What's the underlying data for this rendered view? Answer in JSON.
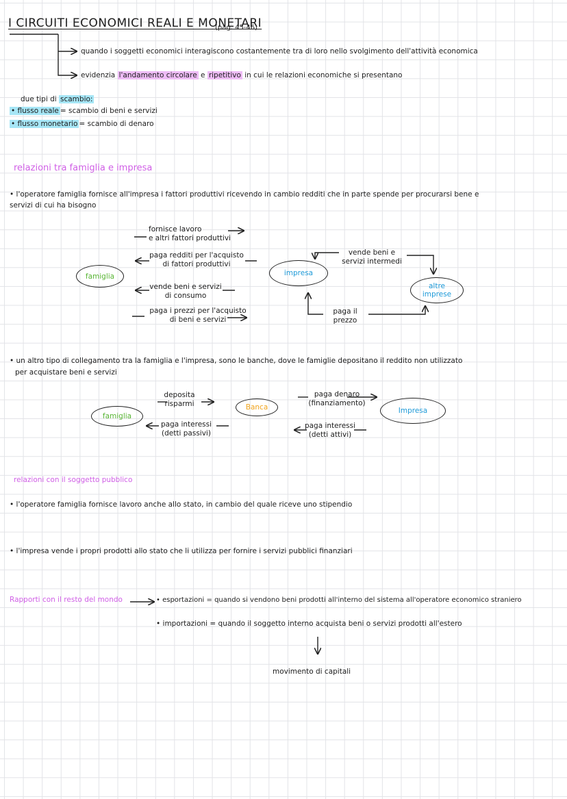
{
  "title": {
    "main": "I CIRCUITI ECONOMICI REALI E MONETARI",
    "page_ref": "(pag. 45-46)"
  },
  "intro": {
    "line1": "quando i soggetti economici interagiscono costantemente tra di loro nello svolgimento dell'attività economica",
    "line2_pre": "evidenzia",
    "line2_hl1": "l'andamento circolare",
    "line2_mid": "e",
    "line2_hl2": "ripetitivo",
    "line2_post": "in cui le relazioni economiche si presentano"
  },
  "scambio": {
    "intro_pre": "due tipi di",
    "intro_hl": "scambio:",
    "item1_hl": "• flusso reale",
    "item1_rest": "= scambio di beni e servizi",
    "item2_hl": "• flusso monetario",
    "item2_rest": "= scambio di denaro"
  },
  "section_famiglia_impresa": {
    "heading": "relazioni tra famiglia e impresa",
    "para_line1": "• l'operatore famiglia fornisce all'impresa i fattori produttivi ricevendo in cambio redditi che in parte spende per procurarsi bene e",
    "para_line2": "servizi di cui ha bisogno",
    "diagram": {
      "node_famiglia": "famiglia",
      "node_impresa": "impresa",
      "node_altre_1": "altre",
      "node_altre_2": "imprese",
      "flow1_l1": "fornisce lavoro",
      "flow1_l2": "e altri fattori produttivi",
      "flow2_l1": "paga redditi per l'acquisto",
      "flow2_l2": "di fattori produttivi",
      "flow3_l1": "vende beni e servizi",
      "flow3_l2": "di consumo",
      "flow4_l1": "paga i prezzi per l'acquisto",
      "flow4_l2": "di beni e servizi",
      "side1_l1": "vende beni e",
      "side1_l2": "servizi intermedi",
      "side2_l1": "paga il",
      "side2_l2": "prezzo"
    }
  },
  "section_banche": {
    "para_line1": "• un altro tipo di collegamento tra la famiglia e l'impresa, sono le banche, dove le famiglie depositano il reddito non utilizzato",
    "para_line2": "per acquistare beni e servizi",
    "diagram": {
      "node_famiglia": "famiglia",
      "node_banca": "Banca",
      "node_impresa": "Impresa",
      "flow1_l1": "deposita",
      "flow1_l2": "risparmi",
      "flow2_l1": "paga interessi",
      "flow2_l2": "(detti passivi)",
      "flow3_l1": "paga denaro",
      "flow3_l2": "(finanziamento)",
      "flow4_l1": "paga interessi",
      "flow4_l2": "(detti attivi)"
    }
  },
  "section_pubblico": {
    "heading": "relazioni con il soggetto pubblico",
    "para1": "• l'operatore famiglia fornisce lavoro anche allo stato, in cambio del quale riceve uno stipendio",
    "para2": "• l'impresa vende i propri prodotti allo stato che li utilizza per fornire i servizi pubblici finanziari"
  },
  "section_mondo": {
    "heading": "Rapporti con il resto del mondo",
    "item1": "• esportazioni = quando si vendono beni prodotti all'interno del sistema all'operatore economico straniero",
    "item2": "• importazioni = quando il soggetto interno acquista beni o servizi prodotti all'estero",
    "result": "movimento di capitali"
  },
  "colors": {
    "heading_pink": "#d05fe6",
    "highlight_purple": "#eebcf6",
    "highlight_blue": "#a6e6f6",
    "famiglia_green": "#58b534",
    "impresa_blue": "#1e9ad8",
    "banca_orange": "#f0a41c"
  }
}
